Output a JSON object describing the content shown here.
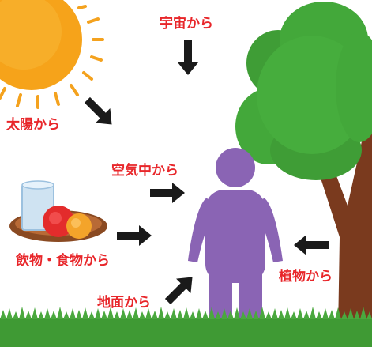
{
  "colors": {
    "label_red": "#e8262a",
    "sun": "#f6a31a",
    "sun_rays": "#f4a21e",
    "tree_canopy": "#43a83a",
    "tree_trunk": "#7a3a1e",
    "person": "#8a64b4",
    "grass": "#3f9a34",
    "arrow": "#1a1a1a"
  },
  "labels": {
    "sun": "太陽から",
    "space": "宇宙から",
    "air": "空気中から",
    "food": "飲物・食物から",
    "plants": "植物から",
    "ground": "地面から"
  }
}
